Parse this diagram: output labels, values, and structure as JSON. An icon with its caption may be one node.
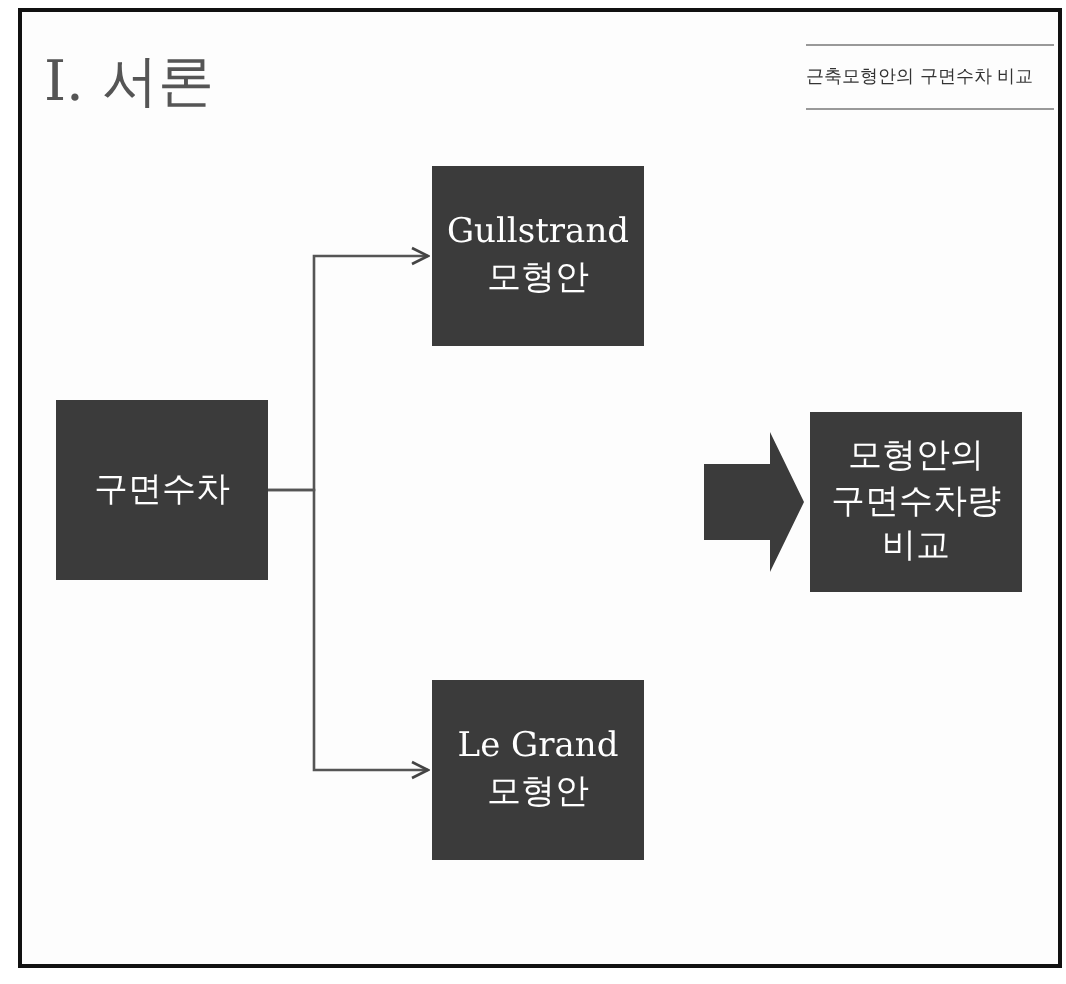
{
  "diagram": {
    "title": "Ⅰ. 서론",
    "nodes": [
      {
        "text": [
          "구면수차"
        ]
      },
      {
        "text": [
          "Gullstrand 모형안"
        ]
      },
      {
        "text": [
          "Le Grand 모형안"
        ]
      },
      {
        "text": [
          "모형안의 구면수차량 비교"
        ]
      }
    ],
    "edges": [
      {
        "from": 0,
        "to": 1,
        "arrow": "to"
      },
      {
        "from": 0,
        "to": 2,
        "arrow": "to"
      },
      {
        "from": null,
        "to": 3,
        "arrow": "to",
        "style": "thick"
      }
    ],
    "labels": [
      "근축모형안의 구면수차 비교"
    ]
  }
}
